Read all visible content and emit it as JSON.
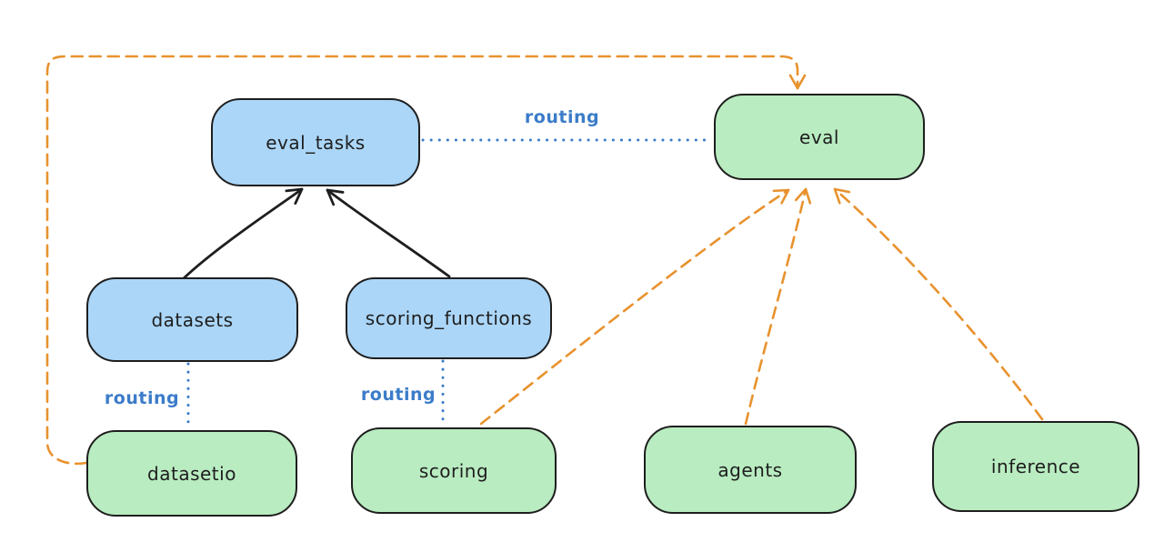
{
  "diagram": {
    "background_color": "#ffffff",
    "colors": {
      "node_border": "#1e1e1e",
      "node_text": "#1e1e1e",
      "blue_node_fill": "#abd6f8",
      "green_node_fill": "#b9ecc1",
      "routing_label_blue": "#3b7cc9",
      "dotted_edge_blue": "#3b7cc9",
      "dashed_edge_orange": "#e8922e",
      "solid_edge_black": "#1e1e1e"
    },
    "nodes": [
      {
        "id": "eval_tasks",
        "label": "eval_tasks",
        "fill": "blue"
      },
      {
        "id": "eval",
        "label": "eval",
        "fill": "green"
      },
      {
        "id": "datasets",
        "label": "datasets",
        "fill": "blue"
      },
      {
        "id": "scoring_functions",
        "label": "scoring_functions",
        "fill": "blue"
      },
      {
        "id": "datasetio",
        "label": "datasetio",
        "fill": "green"
      },
      {
        "id": "scoring",
        "label": "scoring",
        "fill": "green"
      },
      {
        "id": "agents",
        "label": "agents",
        "fill": "green"
      },
      {
        "id": "inference",
        "label": "inference",
        "fill": "green"
      }
    ],
    "edge_labels": [
      {
        "id": "routing-eval-tasks-to-eval",
        "text": "routing"
      },
      {
        "id": "routing-datasets-to-datasetio",
        "text": "routing"
      },
      {
        "id": "routing-scoring-functions-to-scoring",
        "text": "routing"
      }
    ],
    "edges": [
      {
        "from": "datasets",
        "to": "eval_tasks",
        "style": "solid-black-arrow"
      },
      {
        "from": "scoring_functions",
        "to": "eval_tasks",
        "style": "solid-black-arrow"
      },
      {
        "from": "eval_tasks",
        "to": "eval",
        "style": "dotted-blue",
        "label": "routing"
      },
      {
        "from": "datasets",
        "to": "datasetio",
        "style": "dotted-blue",
        "label": "routing"
      },
      {
        "from": "scoring_functions",
        "to": "scoring",
        "style": "dotted-blue",
        "label": "routing"
      },
      {
        "from": "datasetio",
        "to": "eval",
        "style": "dashed-orange-arrow"
      },
      {
        "from": "scoring",
        "to": "eval",
        "style": "dashed-orange-arrow"
      },
      {
        "from": "agents",
        "to": "eval",
        "style": "dashed-orange-arrow"
      },
      {
        "from": "inference",
        "to": "eval",
        "style": "dashed-orange-arrow"
      }
    ]
  }
}
